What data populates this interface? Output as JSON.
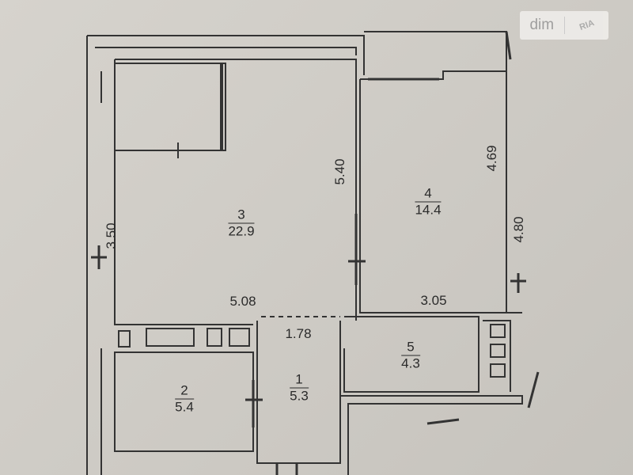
{
  "watermark": {
    "brand": "dim",
    "partner": "RIA"
  },
  "rooms": [
    {
      "number": "3",
      "area": "22.9"
    },
    {
      "number": "4",
      "area": "14.4"
    },
    {
      "number": "2",
      "area": "5.4"
    },
    {
      "number": "1",
      "area": "5.3"
    },
    {
      "number": "5",
      "area": "4.3"
    }
  ],
  "dimensions": {
    "d540": "5.40",
    "d469": "4.69",
    "d480": "4.80",
    "d350": "3.50",
    "d508": "5.08",
    "d305": "3.05",
    "d178": "1.78"
  }
}
